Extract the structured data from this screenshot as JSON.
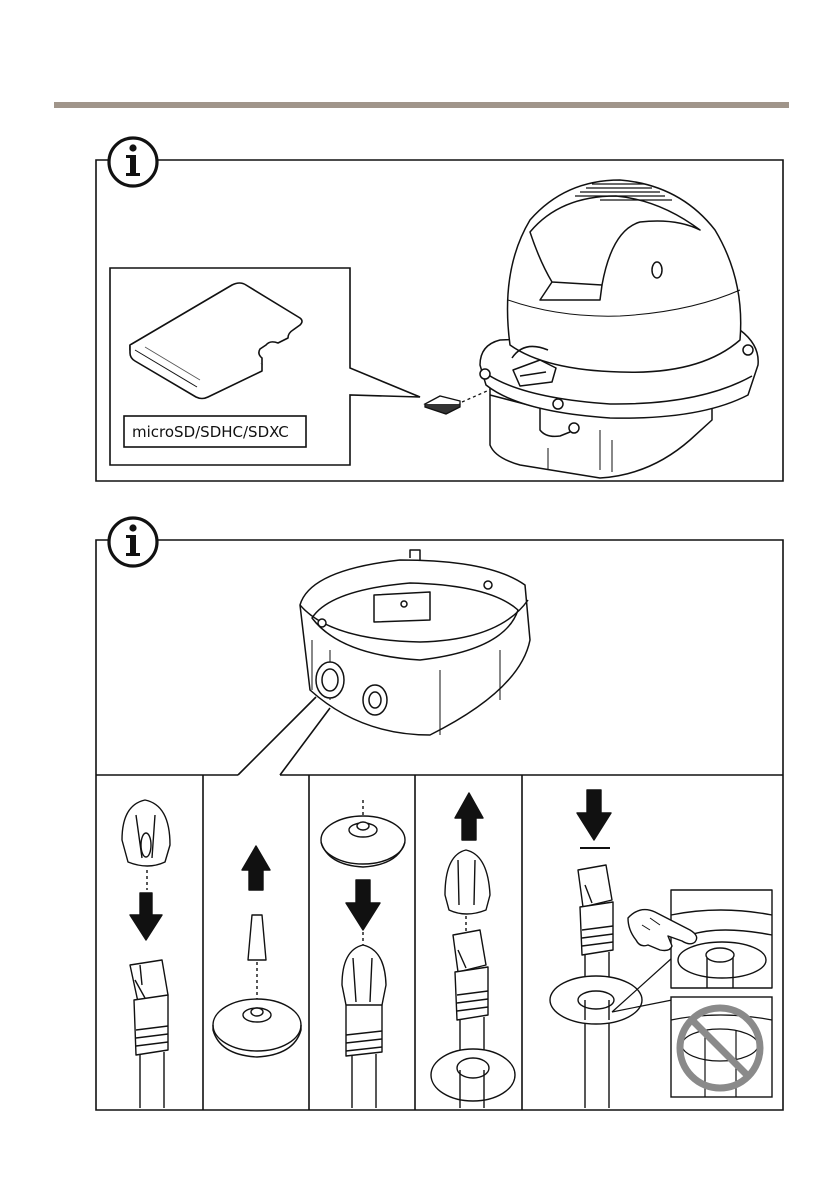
{
  "page": {
    "rule_color": "#a0958a",
    "line_color": "#111111"
  },
  "panel_top": {
    "info_icon": "info-icon",
    "card_label": "microSD/SDHC/SDXC"
  },
  "panel_bottom": {
    "info_icon": "info-icon",
    "steps": [
      {
        "arrow": "down",
        "icon": "connector-boot-icon"
      },
      {
        "arrow": "up",
        "icon": "grommet-plug-icon"
      },
      {
        "arrow": "down",
        "icon": "grommet-boot-icon"
      },
      {
        "arrow": "up",
        "icon": "boot-removal-icon"
      },
      {
        "arrow": "down",
        "icon": "cable-push-icon"
      }
    ],
    "prohibited_icon": "prohibited-icon"
  }
}
